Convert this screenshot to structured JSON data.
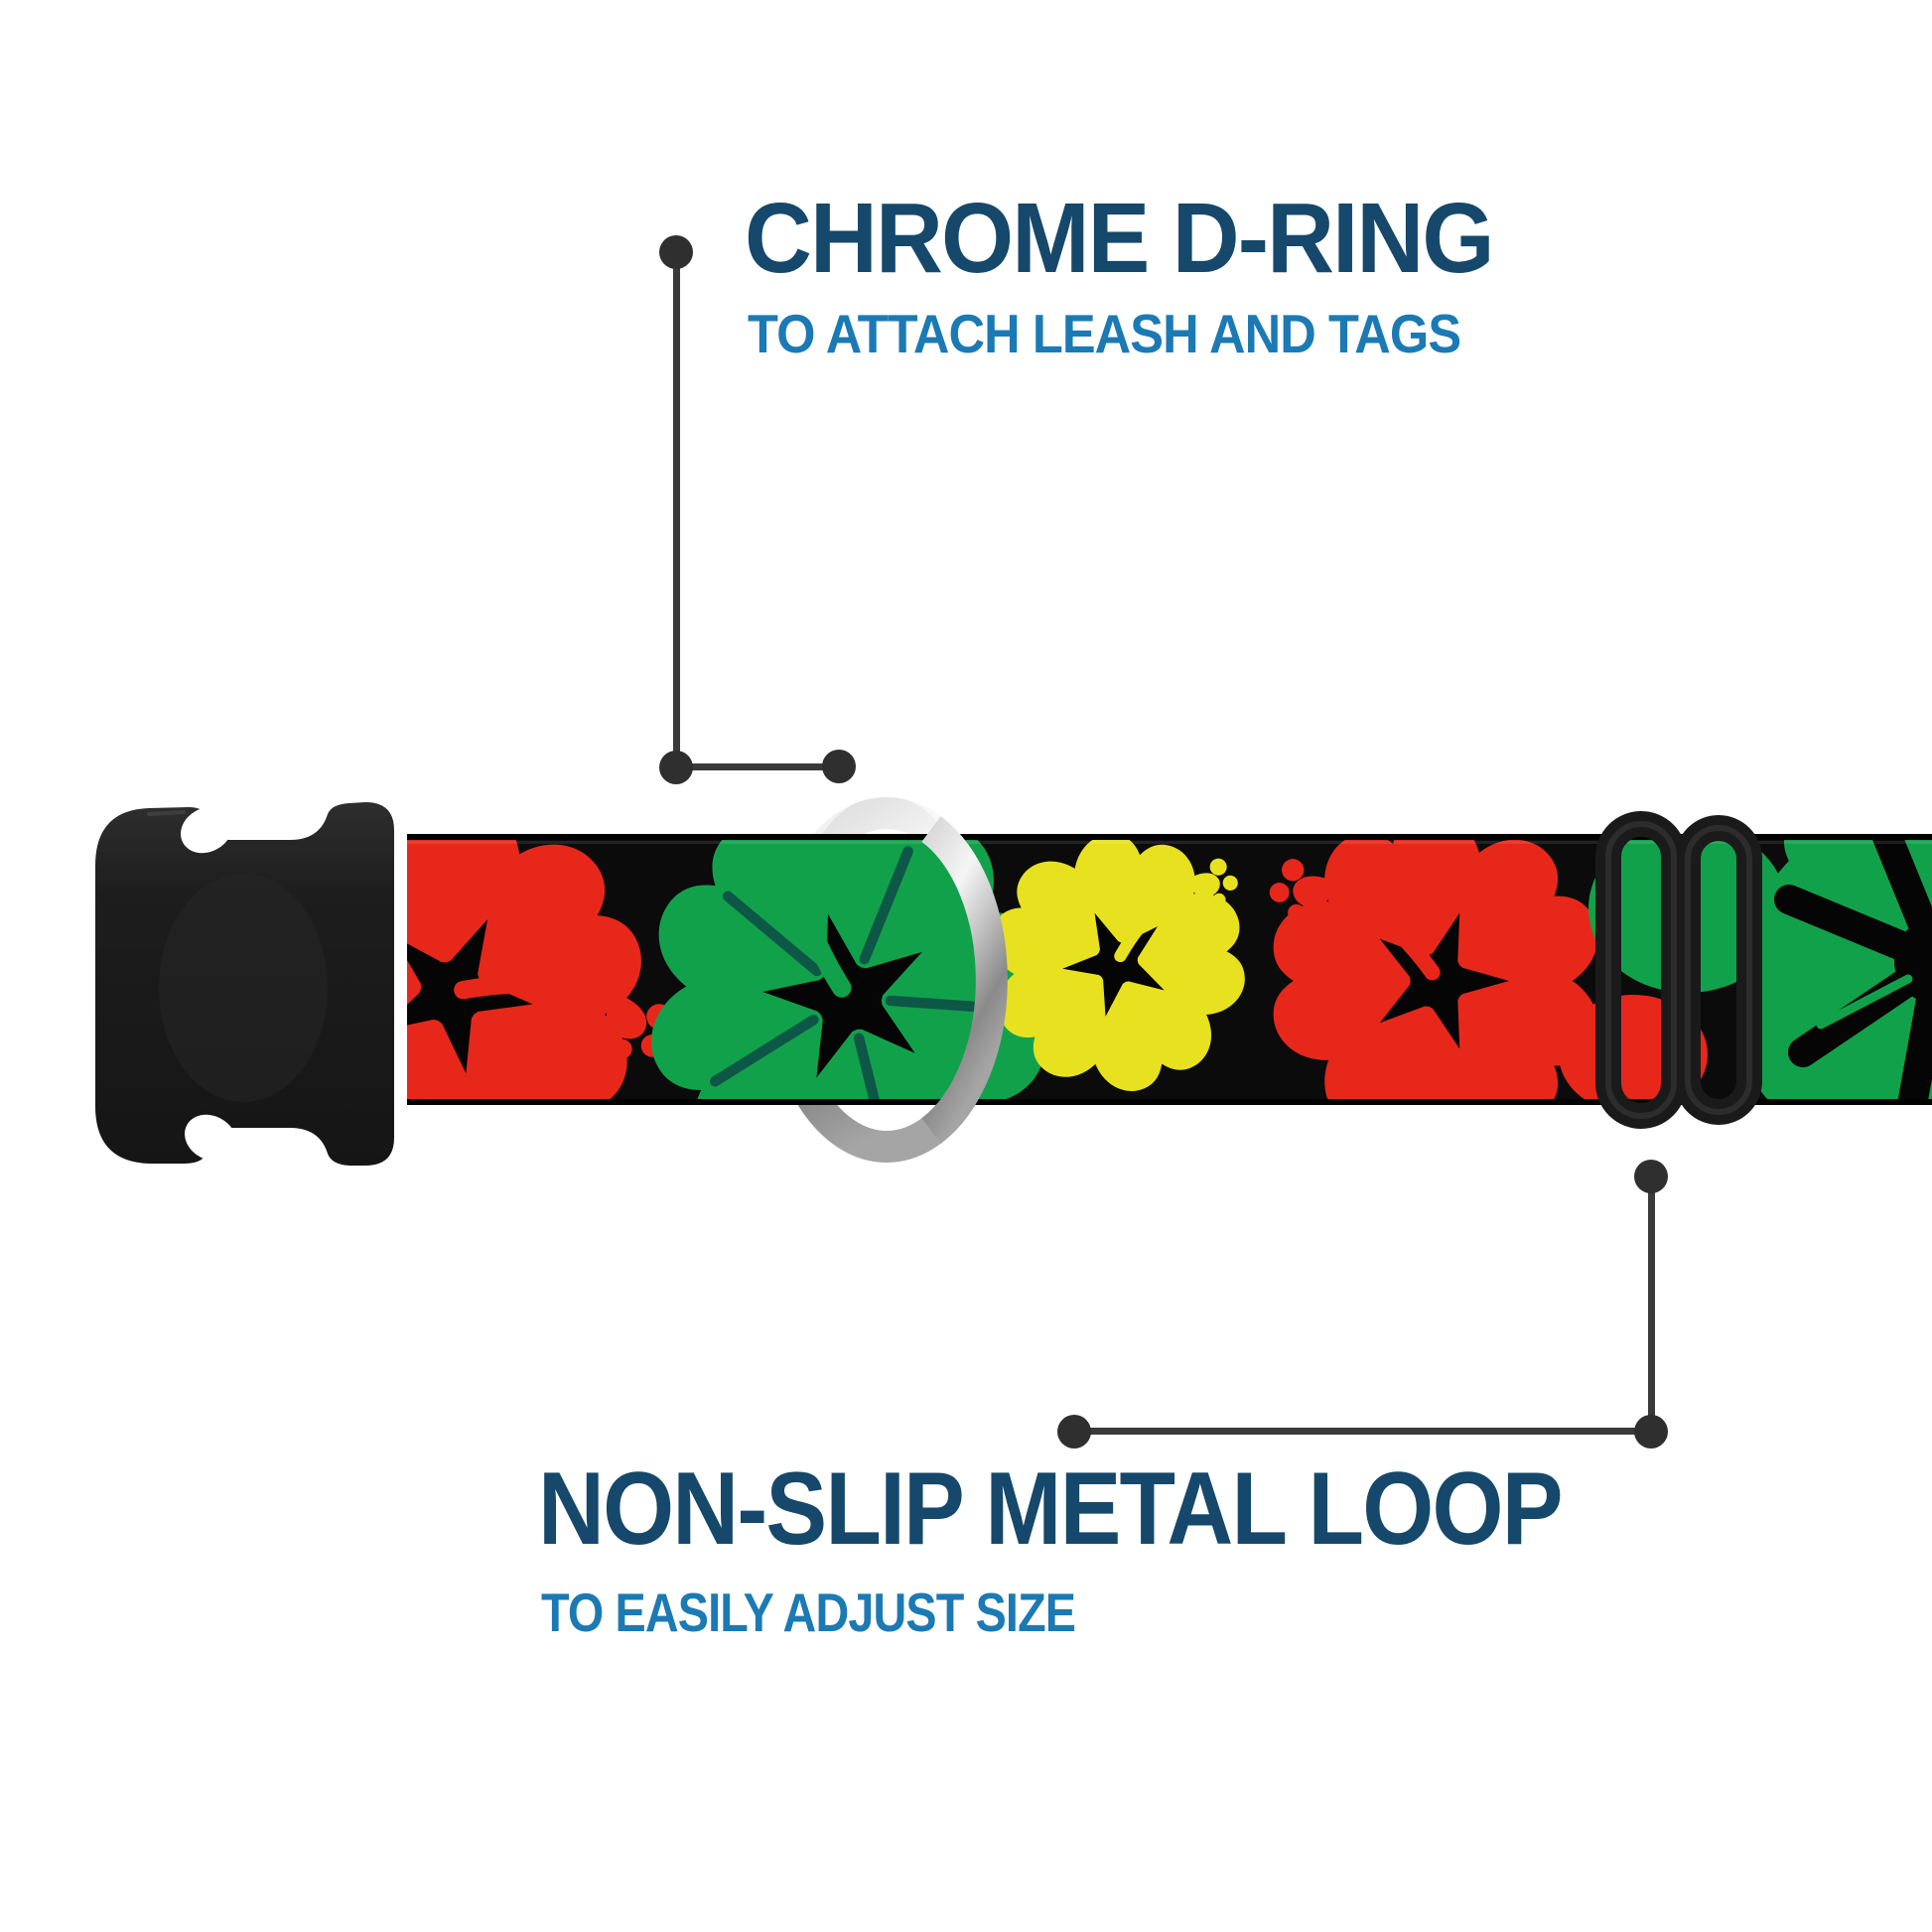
{
  "annotations": {
    "d_ring": {
      "title": "CHROME D-RING",
      "subtitle": "TO ATTACH LEASH AND TAGS"
    },
    "metal_loop": {
      "title": "NON-SLIP METAL LOOP",
      "subtitle": "TO EASILY ADJUST SIZE"
    }
  },
  "colors": {
    "title_navy": "#15486B",
    "subtitle_blue": "#1B7AB4",
    "callout_line_gray": "#3A3A3A",
    "callout_dot_gray": "#2F2F2F",
    "webbing_black": "#0B0B0B",
    "hibiscus_red": "#E8271B",
    "hibiscus_green": "#12A14B",
    "hibiscus_vein_teal": "#0D5747",
    "hibiscus_yellow": "#E8E11F",
    "chrome_light": "#F5F5F5",
    "chrome_dark": "#8A8A8A",
    "plastic_black": "#1B1B1B",
    "background": "#FFFFFF"
  }
}
